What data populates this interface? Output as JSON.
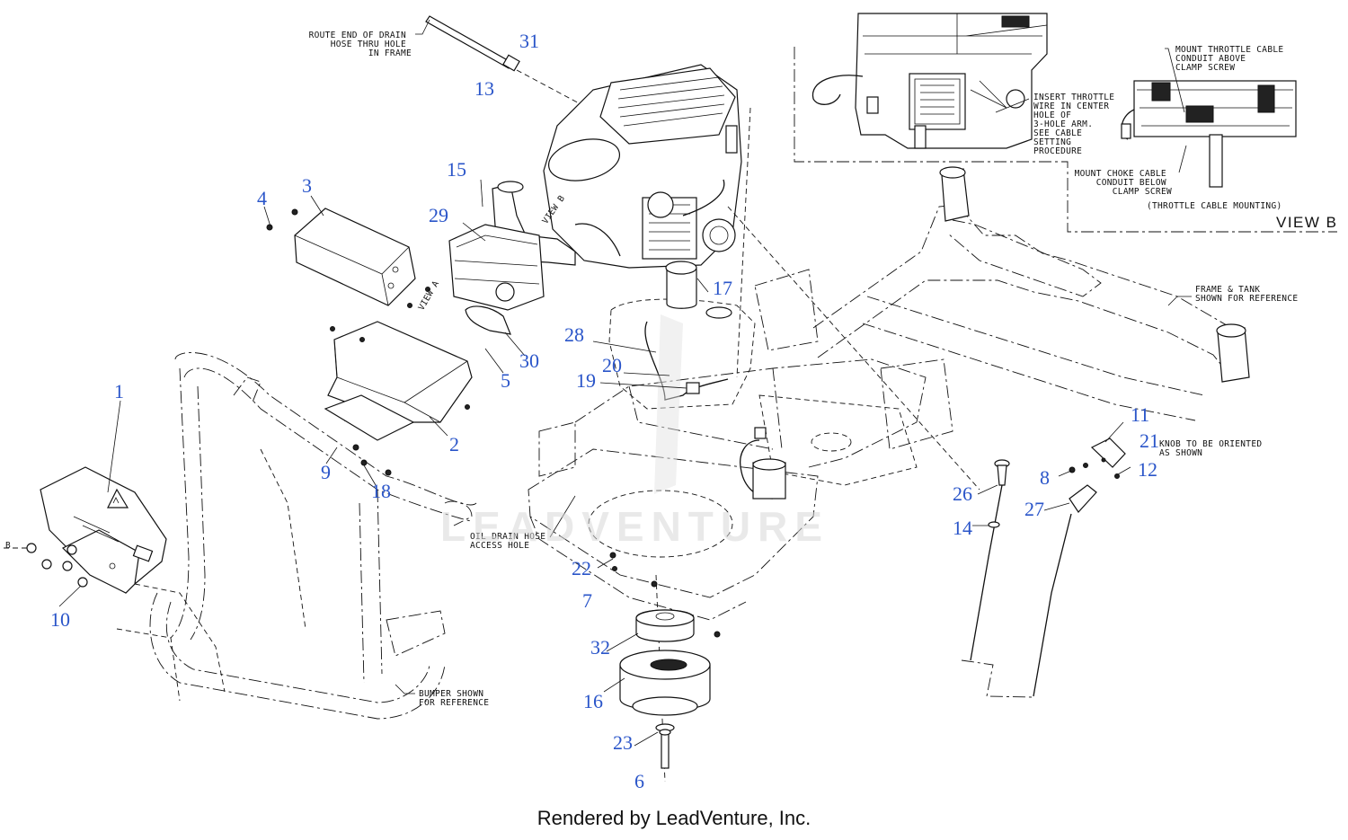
{
  "footer": "Rendered by LeadVenture, Inc.",
  "watermark": "LEADVENTURE",
  "view_b": {
    "label": "VIEW B",
    "caption": "(THROTTLE CABLE MOUNTING)",
    "notes": {
      "throttle_wire": [
        "INSERT THROTTLE",
        "WIRE IN CENTER",
        "HOLE OF",
        "3-HOLE ARM.",
        "SEE CABLE",
        "SETTING",
        "PROCEDURE"
      ],
      "throttle_conduit": [
        "MOUNT THROTTLE CABLE",
        "CONDUIT ABOVE",
        "CLAMP SCREW"
      ],
      "choke_conduit": [
        "MOUNT CHOKE CABLE",
        "CONDUIT BELOW",
        "CLAMP SCREW"
      ]
    }
  },
  "notes": {
    "drain_hose": [
      "ROUTE END OF DRAIN",
      "HOSE THRU HOLE",
      "IN FRAME"
    ],
    "frame_tank": [
      "FRAME & TANK",
      "SHOWN FOR REFERENCE"
    ],
    "knob": [
      "KNOB TO BE ORIENTED",
      "AS SHOWN"
    ],
    "oil_drain": [
      "OIL DRAIN HOSE",
      "ACCESS HOLE"
    ],
    "bumper": [
      "BUMPER SHOWN",
      "FOR REFERENCE"
    ],
    "view_a": "VIEW A",
    "view_b_small": "VIEW B",
    "b_marker": "B"
  },
  "callouts": [
    "1",
    "2",
    "3",
    "4",
    "5",
    "6",
    "7",
    "8",
    "9",
    "10",
    "11",
    "12",
    "13",
    "14",
    "15",
    "16",
    "17",
    "18",
    "19",
    "20",
    "21",
    "22",
    "23",
    "26",
    "27",
    "28",
    "29",
    "30",
    "31",
    "32"
  ]
}
